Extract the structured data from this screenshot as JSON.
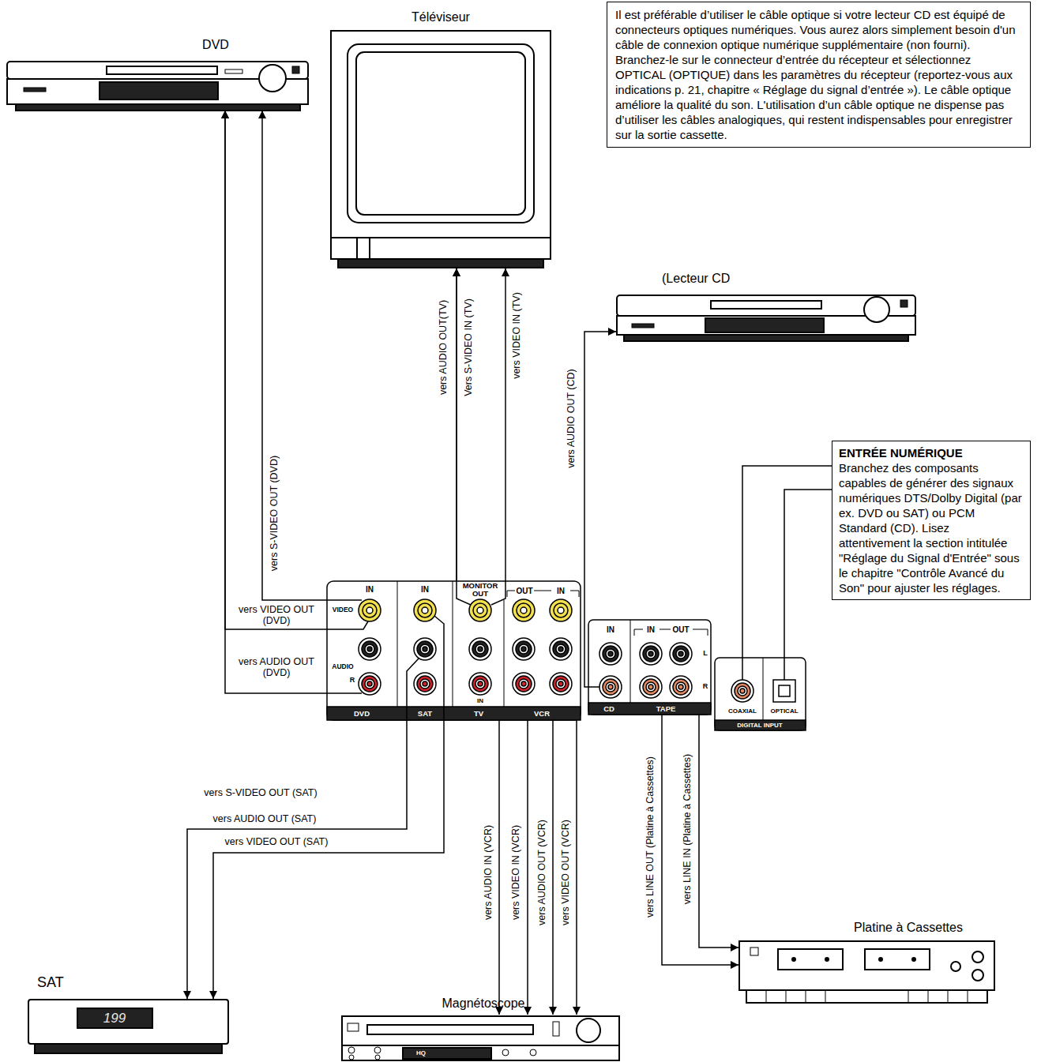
{
  "diagram": {
    "nodes": [
      {
        "text": [
          "Il est préférable d’utiliser le câble optique si votre lecteur CD est équipé de connecteurs optiques numériques. Vous aurez alors simplement besoin d'un câble de connexion optique numérique supplémentaire (non fourni). Branchez-le sur le connecteur d’entrée du récepteur et sélectionnez OPTICAL (OPTIQUE) dans les paramètres du récepteur (reportez-vous aux indications p. 21, chapitre « Réglage du signal d’entrée »). Le câble optique améliore la qualité du son. L'utilisation d’un câble optique ne dispense pas d’utiliser les câbles analogiques, qui restent indispensables pour enregistrer sur la sortie cassette."
        ]
      },
      {
        "text": [
          "Téléviseur"
        ]
      },
      {
        "text": [
          "(Lecteur CD"
        ]
      },
      {
        "text": [
          "DVD"
        ]
      },
      {
        "text": [
          "ENTRÉE NUMÉRIQUE",
          "Branchez des composants capables de générer des signaux numériques DTS/Dolby Digital (par ex. DVD ou SAT) ou PCM Standard (CD). Lisez attentivement la section intitulée \"Réglage du Signal d'Entrée\" sous le chapitre \"Contrôle Avancé du Son\" pour ajuster les réglages."
        ]
      },
      {
        "text": []
      },
      {
        "text": [
          "SAT"
        ]
      },
      {
        "text": [
          "Magnétoscope"
        ]
      },
      {
        "text": [
          "Platine à Cassettes"
        ]
      }
    ],
    "edges": [
      {
        "from": 5,
        "to": 1,
        "arrow": "to",
        "label": "vers AUDIO OUT(TV)"
      },
      {
        "from": 5,
        "to": 1,
        "arrow": "to",
        "label": "Vers S-VIDEO IN (TV)"
      },
      {
        "from": 5,
        "to": 1,
        "arrow": "to",
        "label": "vers VIDEO IN (TV)"
      },
      {
        "from": 5,
        "to": 2,
        "arrow": "to",
        "label": "vers AUDIO OUT (CD)"
      },
      {
        "from": 5,
        "to": 3,
        "arrow": "to",
        "label": "vers S-VIDEO OUT (DVD)"
      },
      {
        "from": 5,
        "to": 3,
        "arrow": "to",
        "label": "vers VIDEO OUT (DVD)"
      },
      {
        "from": 5,
        "to": 3,
        "arrow": "to",
        "label": "vers AUDIO OUT (DVD)"
      },
      {
        "from": 5,
        "to": 6,
        "arrow": "to",
        "label": "vers AUDIO OUT (SAT)"
      },
      {
        "from": 5,
        "to": 6,
        "arrow": "to",
        "label": "vers VIDEO OUT (SAT)"
      },
      {
        "from": 5,
        "to": 7,
        "arrow": "to",
        "label": "vers AUDIO IN (VCR)"
      },
      {
        "from": 5,
        "to": 7,
        "arrow": "to",
        "label": "vers VIDEO IN (VCR)"
      },
      {
        "from": 5,
        "to": 7,
        "arrow": "to",
        "label": "vers AUDIO OUT (VCR)"
      },
      {
        "from": 5,
        "to": 7,
        "arrow": "to",
        "label": "vers VIDEO OUT (VCR)"
      },
      {
        "from": 5,
        "to": 8,
        "arrow": "to",
        "label": "vers LINE OUT (Platine à Cassettes)"
      },
      {
        "from": 5,
        "to": 8,
        "arrow": "to",
        "label": "vers LINE IN (Platine à Cassettes)"
      },
      {
        "from": 4,
        "to": 5,
        "arrow": "none"
      },
      {
        "from": 4,
        "to": 5,
        "arrow": "none"
      }
    ],
    "labels": [
      "IN",
      "IN",
      "MONITOR OUT",
      "OUT",
      "IN",
      "VIDEO",
      "AUDIO",
      "R",
      "IN",
      "DVD",
      "SAT",
      "TV",
      "VCR",
      "IN",
      "IN",
      "OUT",
      "L",
      "R",
      "CD",
      "TAPE",
      "COAXIAL",
      "OPTICAL",
      "DIGITAL INPUT",
      "vers S-VIDEO OUT (SAT)",
      "199",
      "HQ"
    ]
  }
}
